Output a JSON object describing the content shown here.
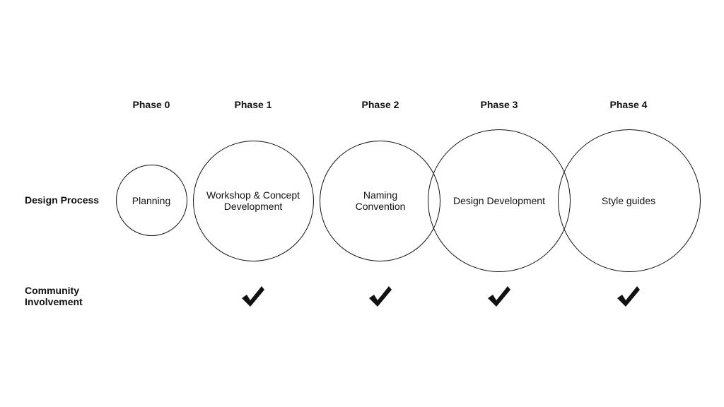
{
  "phases": [
    {
      "header": "Phase 0",
      "design_process": "Planning",
      "community_involvement": false
    },
    {
      "header": "Phase 1",
      "design_process": "Workshop & Concept Development",
      "community_involvement": true
    },
    {
      "header": "Phase 2",
      "design_process": "Naming Convention",
      "community_involvement": true
    },
    {
      "header": "Phase 3",
      "design_process": "Design Development",
      "community_involvement": true
    },
    {
      "header": "Phase 4",
      "design_process": "Style guides",
      "community_involvement": true
    }
  ],
  "rows": {
    "design_process_label": "Design Process",
    "community_involvement_label": "Community Involvement"
  },
  "icons": {
    "check": "checkmark-icon"
  },
  "colors": {
    "stroke": "#111111",
    "background": "#ffffff"
  }
}
